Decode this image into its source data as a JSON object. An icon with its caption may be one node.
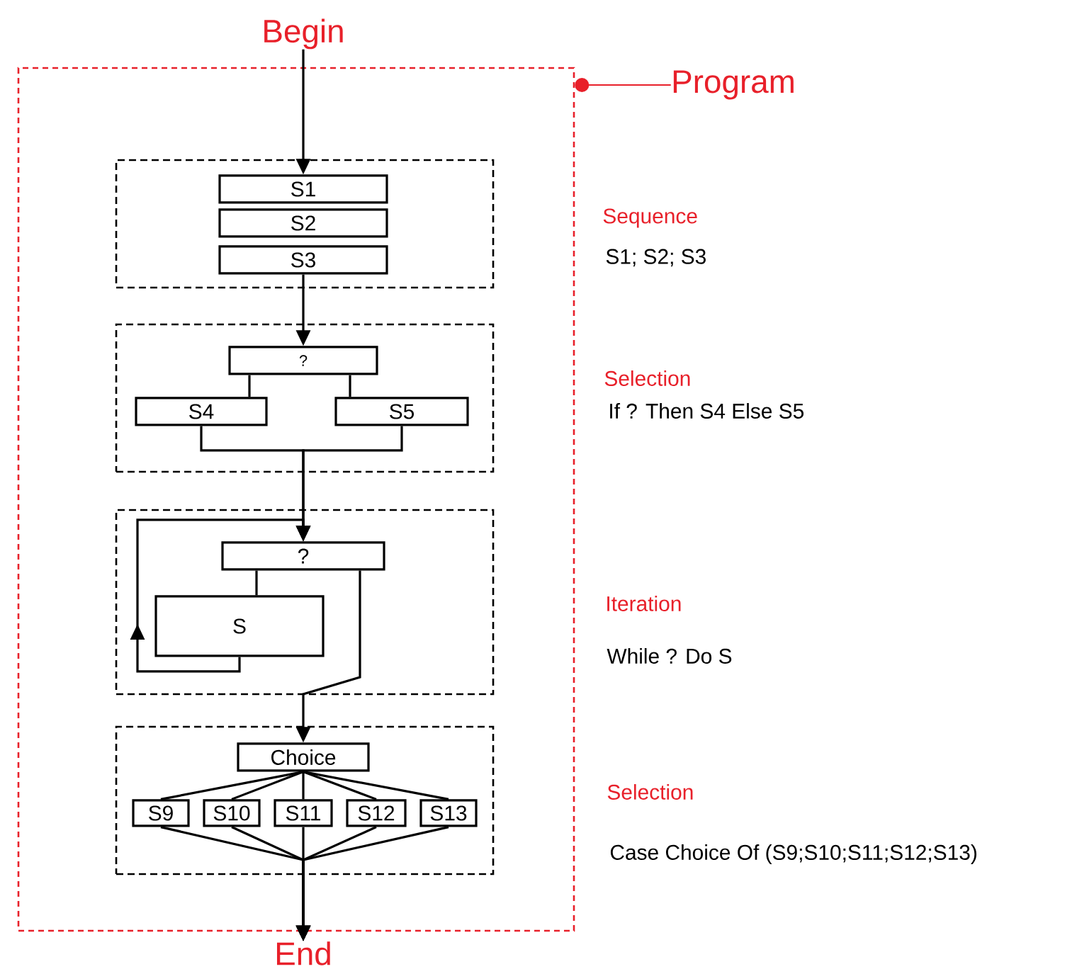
{
  "diagram": {
    "nodes": [
      {
        "text": [],
        "shape": "box"
      },
      {
        "text": [
          "Program"
        ]
      },
      {
        "text": [
          "Begin"
        ]
      },
      {
        "text": [],
        "shape": "box",
        "in": 0
      },
      {
        "text": [
          "S1"
        ],
        "in": 3
      },
      {
        "text": [
          "S2"
        ],
        "in": 3
      },
      {
        "text": [
          "S3"
        ],
        "in": 3
      },
      {
        "text": [],
        "shape": "box",
        "in": 0
      },
      {
        "text": [
          "?"
        ],
        "in": 7
      },
      {
        "text": [
          "S4"
        ],
        "in": 7
      },
      {
        "text": [
          "S5"
        ],
        "in": 7
      },
      {
        "text": [],
        "shape": "box",
        "in": 0
      },
      {
        "text": [
          "?"
        ],
        "in": 11
      },
      {
        "text": [
          "S"
        ],
        "in": 11
      },
      {
        "text": [],
        "shape": "box",
        "in": 0
      },
      {
        "text": [
          "Choice"
        ],
        "in": 14
      },
      {
        "text": [
          "S9"
        ],
        "in": 14
      },
      {
        "text": [
          "S10"
        ],
        "in": 14
      },
      {
        "text": [
          "S11"
        ],
        "in": 14
      },
      {
        "text": [
          "S12"
        ],
        "in": 14
      },
      {
        "text": [
          "S13"
        ],
        "in": 14
      },
      {
        "text": [
          "End"
        ]
      }
    ],
    "edges": [
      {
        "from": 2,
        "to": 4,
        "arrow": "to"
      },
      {
        "from": 6,
        "to": 8,
        "arrow": "to"
      },
      {
        "from": 8,
        "to": 9,
        "arrow": "none"
      },
      {
        "from": 8,
        "to": 10,
        "arrow": "none"
      },
      {
        "from": 9,
        "to": 12,
        "arrow": "to"
      },
      {
        "from": 10,
        "to": 12,
        "arrow": "to"
      },
      {
        "from": 12,
        "to": 13,
        "arrow": "none"
      },
      {
        "from": 13,
        "to": 12,
        "arrow": "to"
      },
      {
        "from": 12,
        "to": 15,
        "arrow": "to"
      },
      {
        "from": 15,
        "to": 16,
        "arrow": "none"
      },
      {
        "from": 15,
        "to": 17,
        "arrow": "none"
      },
      {
        "from": 15,
        "to": 18,
        "arrow": "none"
      },
      {
        "from": 15,
        "to": 19,
        "arrow": "none"
      },
      {
        "from": 15,
        "to": 20,
        "arrow": "none"
      },
      {
        "from": 16,
        "to": 21,
        "arrow": "to"
      },
      {
        "from": 17,
        "to": 21,
        "arrow": "to"
      },
      {
        "from": 18,
        "to": 21,
        "arrow": "to"
      },
      {
        "from": 19,
        "to": 21,
        "arrow": "to"
      },
      {
        "from": 20,
        "to": 21,
        "arrow": "to"
      },
      {
        "from": 1,
        "to": 0,
        "arrow": "other",
        "color": "#e8202a"
      }
    ],
    "labels": [
      "Sequence",
      "S1; S2; S3",
      "Selection",
      "If ? Then S4 Else S5",
      "Iteration",
      "While ? Do S",
      "Selection",
      "Case Choice Of (S9;S10;S11;S12;S13)"
    ]
  }
}
